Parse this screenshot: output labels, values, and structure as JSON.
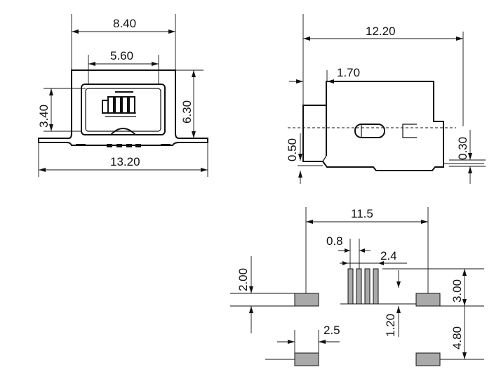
{
  "dimensions": {
    "front_top_width": "8.40",
    "front_inner_width": "5.60",
    "front_left_height": "3.40",
    "front_right_height": "6.30",
    "front_base_width": "13.20",
    "side_length": "12.20",
    "side_offset": "1.70",
    "side_left_height": "0.50",
    "side_right_height": "0.30",
    "footprint_span": "11.5",
    "footprint_pitch": "0.8",
    "footprint_pin_to_row": "2.4",
    "footprint_left_height": "2.00",
    "footprint_lead_length": "3.00",
    "footprint_lead_gap": "1.20",
    "footprint_pad_width": "2.5",
    "footprint_row_spacing": "4.80"
  }
}
